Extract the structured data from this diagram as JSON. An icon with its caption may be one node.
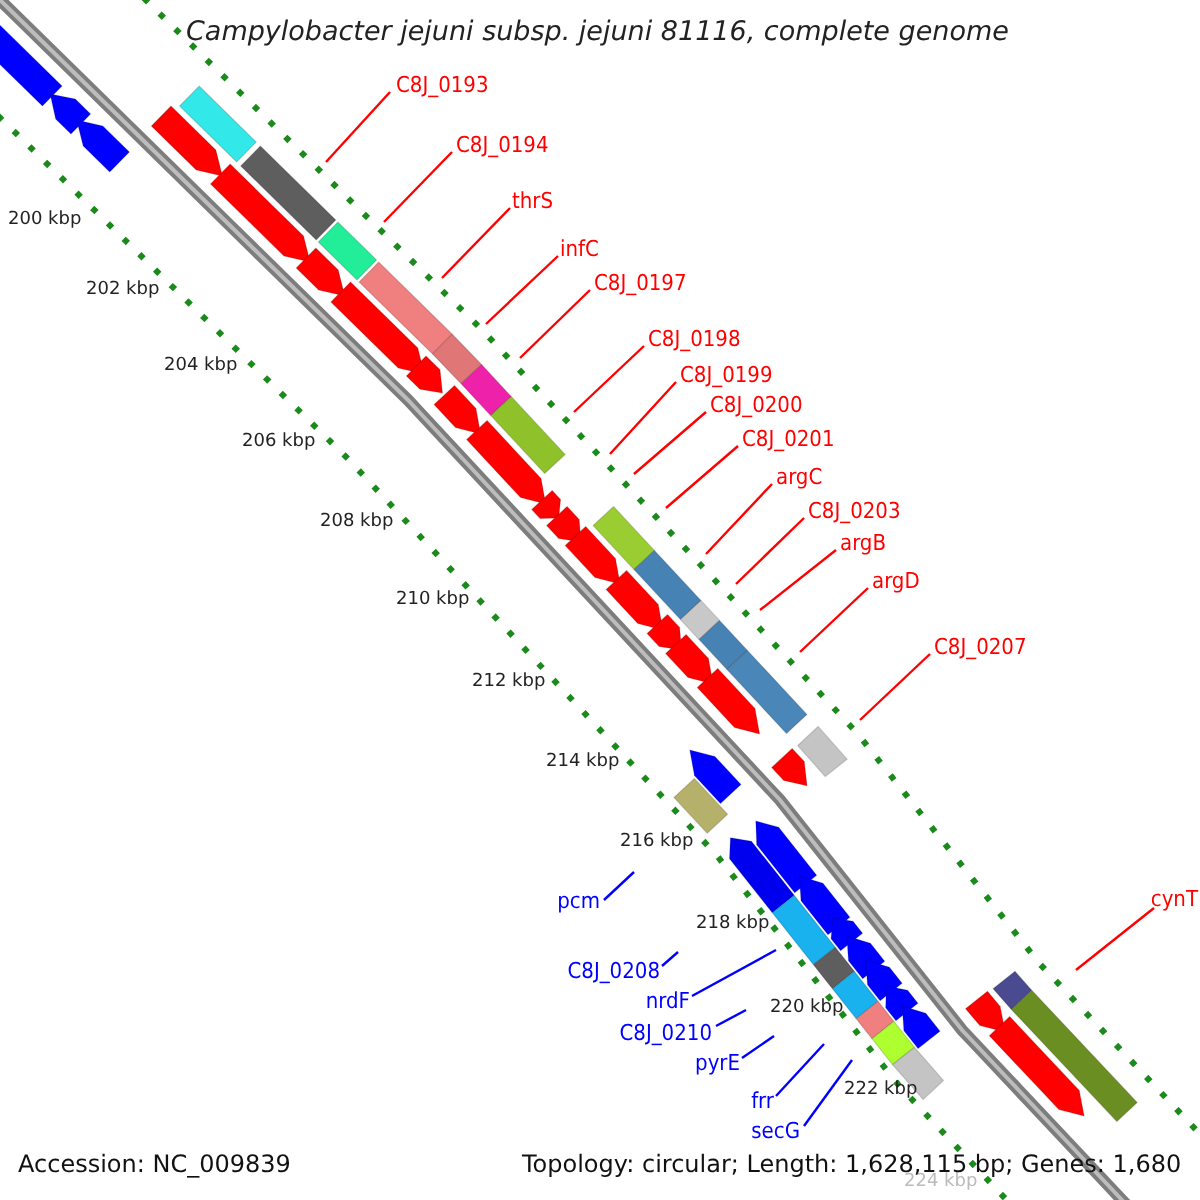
{
  "diagram": {
    "title": "Campylobacter jejuni subsp. jejuni 81116, complete genome",
    "nodes": [
      {
        "text": [
          "C8J_0193"
        ]
      },
      {
        "text": [
          "C8J_0194"
        ]
      },
      {
        "text": [
          "thrS"
        ]
      },
      {
        "text": [
          "infC"
        ]
      },
      {
        "text": [
          "C8J_0197"
        ]
      },
      {
        "text": [
          "C8J_0198"
        ]
      },
      {
        "text": [
          "C8J_0199"
        ]
      },
      {
        "text": [
          "C8J_0200"
        ]
      },
      {
        "text": [
          "C8J_0201"
        ]
      },
      {
        "text": [
          "argC"
        ]
      },
      {
        "text": [
          "C8J_0203"
        ]
      },
      {
        "text": [
          "argB"
        ]
      },
      {
        "text": [
          "argD"
        ]
      },
      {
        "text": [
          "C8J_0207"
        ]
      },
      {
        "text": [
          "cynT"
        ]
      },
      {
        "text": [
          "pcm"
        ]
      },
      {
        "text": [
          "C8J_0208"
        ]
      },
      {
        "text": [
          "nrdF"
        ]
      },
      {
        "text": [
          "C8J_0210"
        ]
      },
      {
        "text": [
          "pyrE"
        ]
      },
      {
        "text": [
          "frr"
        ]
      },
      {
        "text": [
          "secG"
        ]
      }
    ],
    "edges": [
      {
        "from": 0,
        "to": null,
        "arrow": "none"
      },
      {
        "from": 1,
        "to": null,
        "arrow": "none"
      },
      {
        "from": 2,
        "to": null,
        "arrow": "none"
      },
      {
        "from": 3,
        "to": null,
        "arrow": "none"
      },
      {
        "from": 4,
        "to": null,
        "arrow": "none"
      },
      {
        "from": 5,
        "to": null,
        "arrow": "none"
      },
      {
        "from": 6,
        "to": null,
        "arrow": "none"
      },
      {
        "from": 7,
        "to": null,
        "arrow": "none"
      },
      {
        "from": 8,
        "to": null,
        "arrow": "none"
      },
      {
        "from": 9,
        "to": null,
        "arrow": "none"
      },
      {
        "from": 10,
        "to": null,
        "arrow": "none"
      },
      {
        "from": 11,
        "to": null,
        "arrow": "none"
      },
      {
        "from": 12,
        "to": null,
        "arrow": "none"
      },
      {
        "from": 13,
        "to": null,
        "arrow": "none"
      },
      {
        "from": 14,
        "to": null,
        "arrow": "none"
      },
      {
        "from": 15,
        "to": null,
        "arrow": "none",
        "color": "#0000ff"
      },
      {
        "from": 16,
        "to": null,
        "arrow": "none",
        "color": "#0000ff"
      },
      {
        "from": 17,
        "to": null,
        "arrow": "none",
        "color": "#0000ff"
      },
      {
        "from": 18,
        "to": null,
        "arrow": "none",
        "color": "#0000ff"
      },
      {
        "from": 19,
        "to": null,
        "arrow": "none",
        "color": "#0000ff"
      },
      {
        "from": 20,
        "to": null,
        "arrow": "none",
        "color": "#0000ff"
      },
      {
        "from": 21,
        "to": null,
        "arrow": "none",
        "color": "#0000ff"
      }
    ],
    "labels": [
      "200 kbp",
      "202 kbp",
      "204 kbp",
      "206 kbp",
      "208 kbp",
      "210 kbp",
      "212 kbp",
      "214 kbp",
      "216 kbp",
      "218 kbp",
      "220 kbp",
      "222 kbp",
      "224 kbp",
      "Accession: NC_009839",
      "Topology: circular; Length: 1,628,115 bp; Genes: 1,680"
    ]
  }
}
